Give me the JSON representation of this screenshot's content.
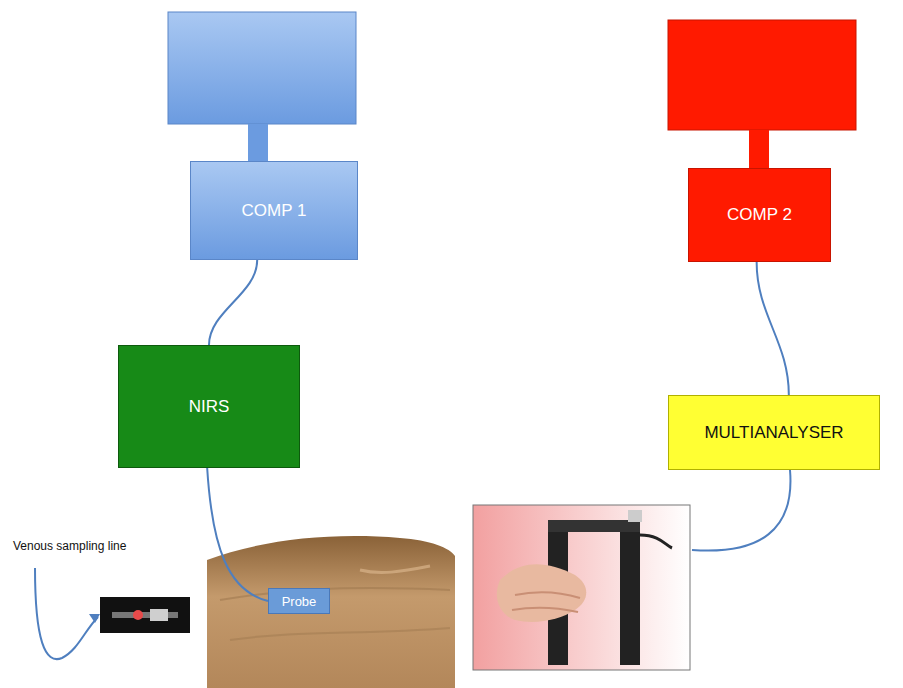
{
  "diagram": {
    "nodes": [
      {
        "text": [
          "COMP 1"
        ]
      },
      {
        "text": [
          "NIRS"
        ]
      },
      {
        "text": [
          "Probe"
        ]
      },
      {
        "text": [
          "COMP 2"
        ]
      },
      {
        "text": [
          "MULTIANALYSER"
        ]
      }
    ],
    "edges": [
      {
        "from": 0,
        "to": 1,
        "arrow": "none"
      },
      {
        "from": 1,
        "to": 2,
        "arrow": "none"
      },
      {
        "from": 3,
        "to": 4,
        "arrow": "none"
      }
    ],
    "labels": [
      "Venous sampling line"
    ]
  }
}
